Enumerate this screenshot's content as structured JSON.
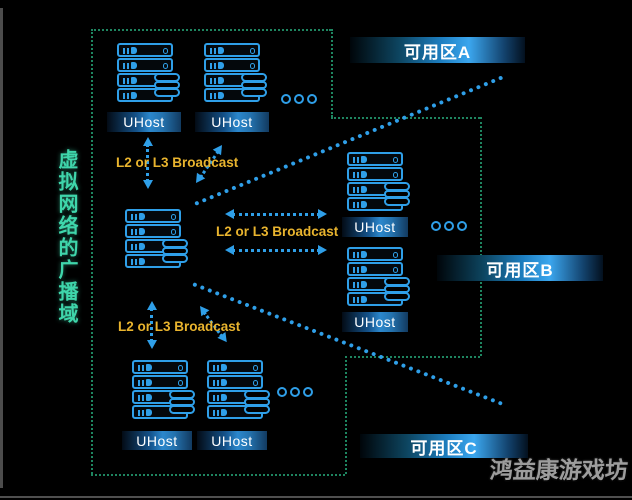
{
  "diagram_title": "虚拟网络的广播域",
  "zones": [
    {
      "label": "可用区A"
    },
    {
      "label": "可用区B"
    },
    {
      "label": "可用区C"
    }
  ],
  "host_label": "UHost",
  "broadcast_label": "L2 or L3 Broadcast",
  "watermark": "鸿益康游戏坊",
  "icons": {
    "server_stack": "rack-of-4-servers-css-shape",
    "disk_stack": "three-stacked-pills-css-shape",
    "led": "small-circle",
    "ellipsis": "three-hollow-dots",
    "double_arrow": "dotted-double-headed-arrow",
    "divider_line": "dotted-diagonal-line",
    "domain_border": "green-dotted-polygon"
  },
  "colors": {
    "server_blue": "#2f9fe8",
    "broadcast_yellow": "#e9b42e",
    "domain_green": "#3fd6ab",
    "border_green": "#1e8560",
    "zone_text": "#ffffff",
    "watermark_gray": "#9d9d9d",
    "background": "#000000"
  }
}
